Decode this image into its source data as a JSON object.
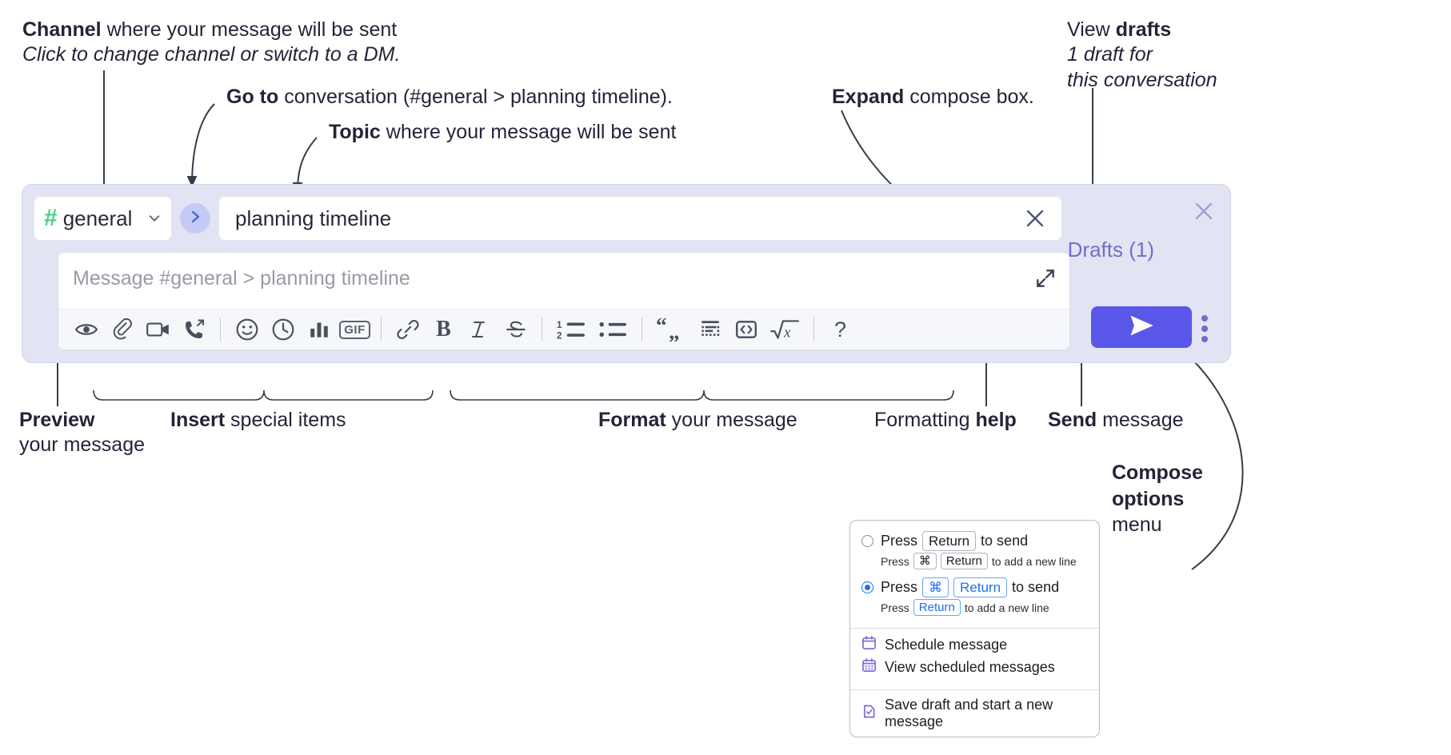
{
  "annotations": {
    "channel": {
      "lead": "Channel",
      "rest": " where your message will be sent",
      "sub": "Click to change channel or switch to a DM."
    },
    "goto": {
      "lead": "Go to",
      "rest": " conversation (#general > planning timeline)."
    },
    "topic": {
      "lead": "Topic",
      "rest": " where your message will be sent"
    },
    "expand": {
      "lead": "Expand",
      "rest": " compose box."
    },
    "drafts": {
      "lead_pre": "View ",
      "lead": "drafts",
      "sub1": "1 draft for",
      "sub2": "this conversation"
    },
    "preview": {
      "lead": "Preview",
      "sub": "your message"
    },
    "insert": {
      "lead": "Insert",
      "rest": " special items"
    },
    "format": {
      "lead": "Format",
      "rest": " your message"
    },
    "help": {
      "pre": "Formatting ",
      "lead": "help"
    },
    "send": {
      "lead": "Send",
      "rest": " message"
    },
    "compose_options": {
      "l1": "Compose",
      "l2": "options",
      "l3": "menu"
    }
  },
  "compose": {
    "channel_name": "general",
    "channel_hash": "#",
    "topic_value": "planning timeline",
    "message_placeholder": "Message #general > planning timeline",
    "drafts_label": "Drafts (1)",
    "gif_label": "GIF",
    "help_label": "?",
    "toolbar": [
      {
        "name": "preview-icon",
        "title": "Preview"
      },
      {
        "name": "attachment-icon",
        "title": "Attach file"
      },
      {
        "name": "video-icon",
        "title": "Record video clip"
      },
      {
        "name": "audio-call-icon",
        "title": "Record audio clip"
      },
      {
        "name": "emoji-icon",
        "title": "Emoji"
      },
      {
        "name": "clock-icon",
        "title": "Reminder"
      },
      {
        "name": "poll-icon",
        "title": "Poll"
      },
      {
        "name": "gif-icon",
        "title": "GIF"
      },
      {
        "name": "link-icon",
        "title": "Link"
      },
      {
        "name": "bold-icon",
        "title": "Bold"
      },
      {
        "name": "italic-icon",
        "title": "Italic"
      },
      {
        "name": "strikethrough-icon",
        "title": "Strikethrough"
      },
      {
        "name": "ordered-list-icon",
        "title": "Ordered list"
      },
      {
        "name": "bulleted-list-icon",
        "title": "Bulleted list"
      },
      {
        "name": "blockquote-icon",
        "title": "Blockquote"
      },
      {
        "name": "code-block-icon",
        "title": "Code block"
      },
      {
        "name": "code-icon",
        "title": "Code"
      },
      {
        "name": "math-icon",
        "title": "Math"
      },
      {
        "name": "help-icon",
        "title": "Formatting help"
      }
    ]
  },
  "options_menu": {
    "option1": {
      "press": "Press",
      "key": "Return",
      "to_send": "to send",
      "sub_press": "Press",
      "sub_key1": "⌘",
      "sub_key2": "Return",
      "sub_tail": "to add a new line",
      "selected": false
    },
    "option2": {
      "press": "Press",
      "key1": "⌘",
      "key2": "Return",
      "to_send": "to send",
      "sub_press": "Press",
      "sub_key": "Return",
      "sub_tail": "to add a new line",
      "selected": true
    },
    "items": [
      {
        "icon": "calendar-icon",
        "label": "Schedule message"
      },
      {
        "icon": "calendar-grid-icon",
        "label": "View scheduled messages"
      },
      {
        "icon": "save-draft-icon",
        "label": "Save draft and start a new message"
      }
    ]
  },
  "colors": {
    "panel_bg": "#e2e4f3",
    "send_button": "#5a56e9",
    "hash_green": "#4ad18a",
    "drafts_purple": "#6f6fc9",
    "goto_circle": "#c5caf5",
    "accent_blue": "#1d6ff2"
  }
}
